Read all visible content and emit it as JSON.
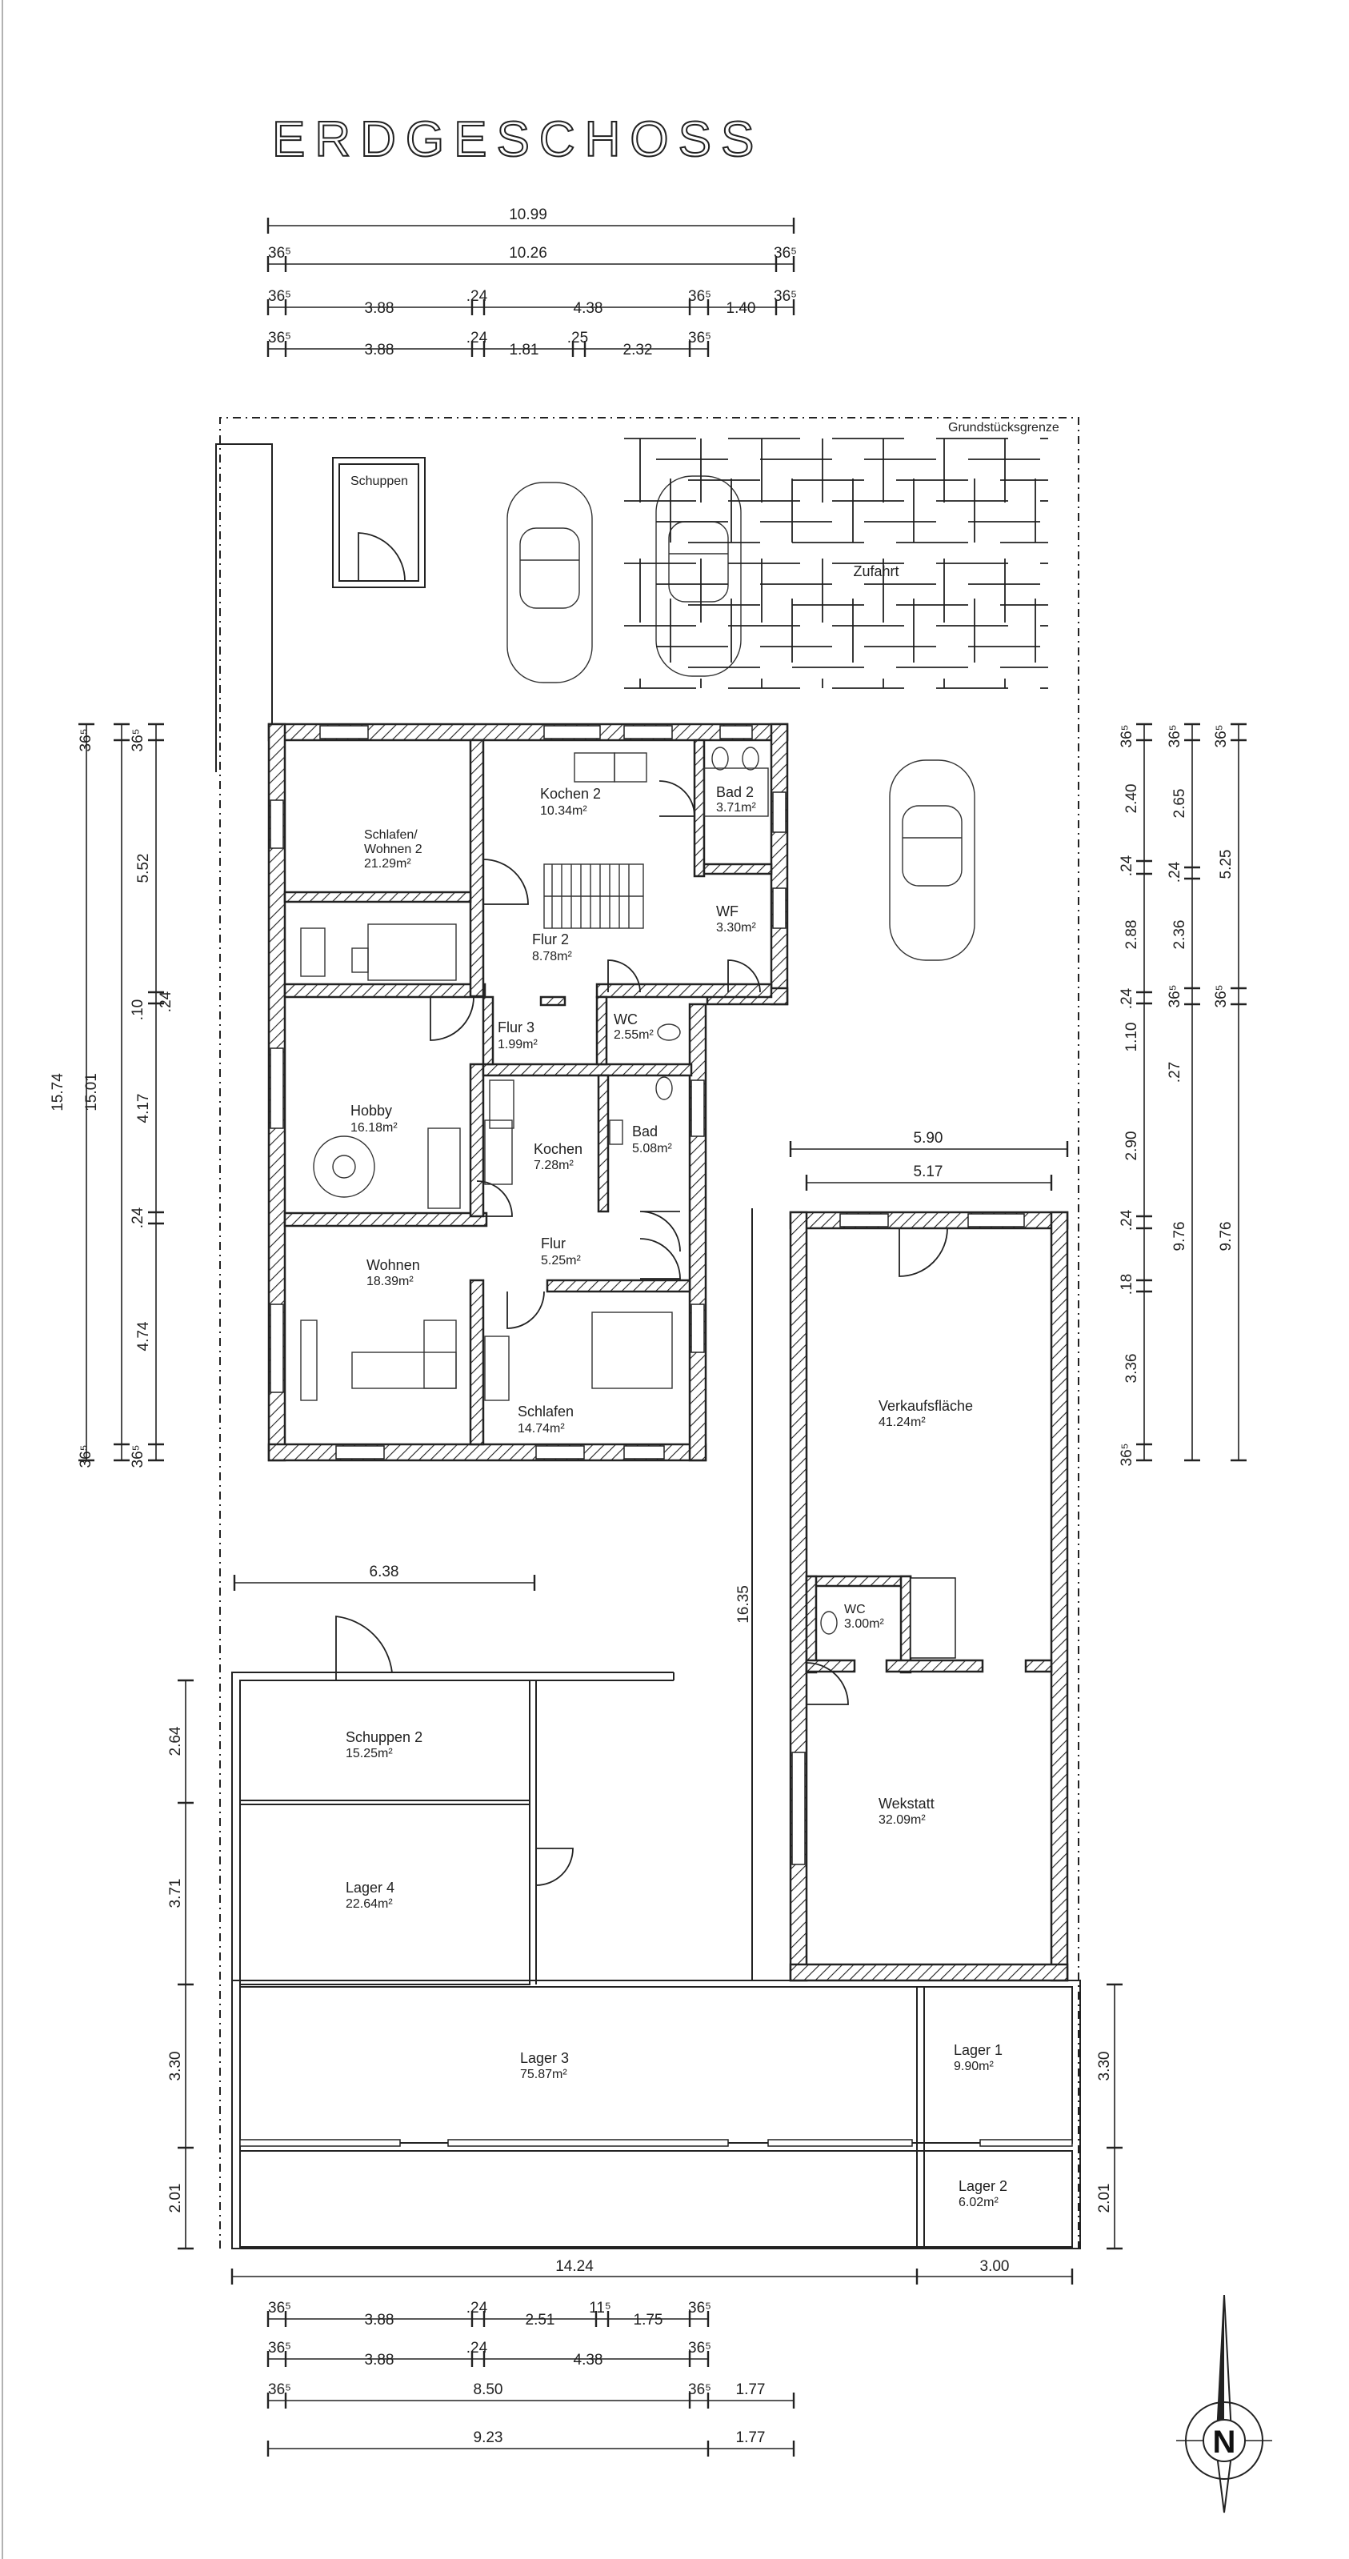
{
  "title": "ERDGESCHOSS",
  "boundary_label": "Grundstücksgrenze",
  "outdoor": {
    "shed": "Schuppen",
    "driveway": "Zufahrt"
  },
  "rooms": {
    "schlafen_wohnen2": {
      "name": "Schlafen/\nWohnen 2",
      "name_l1": "Schlafen/",
      "name_l2": "Wohnen 2",
      "area": "21.29m²"
    },
    "kochen2": {
      "name": "Kochen 2",
      "area": "10.34m²"
    },
    "bad2": {
      "name": "Bad 2",
      "area": "3.71m²"
    },
    "wf": {
      "name": "WF",
      "area": "3.30m²"
    },
    "flur2": {
      "name": "Flur 2",
      "area": "8.78m²"
    },
    "flur3": {
      "name": "Flur 3",
      "area": "1.99m²"
    },
    "wc_top": {
      "name": "WC",
      "area": "2.55m²"
    },
    "hobby": {
      "name": "Hobby",
      "area": "16.18m²"
    },
    "kochen": {
      "name": "Kochen",
      "area": "7.28m²"
    },
    "bad": {
      "name": "Bad",
      "area": "5.08m²"
    },
    "flur": {
      "name": "Flur",
      "area": "5.25m²"
    },
    "wohnen": {
      "name": "Wohnen",
      "area": "18.39m²"
    },
    "schlafen": {
      "name": "Schlafen",
      "area": "14.74m²"
    },
    "verkaufsflaeche": {
      "name": "Verkaufsfläche",
      "area": "41.24m²"
    },
    "wc_shop": {
      "name": "WC",
      "area": "3.00m²"
    },
    "wekstatt": {
      "name": "Wekstatt",
      "area": "32.09m²"
    },
    "schuppen2": {
      "name": "Schuppen 2",
      "area": "15.25m²"
    },
    "lager4": {
      "name": "Lager 4",
      "area": "22.64m²"
    },
    "lager3": {
      "name": "Lager 3",
      "area": "75.87m²"
    },
    "lager1": {
      "name": "Lager 1",
      "area": "9.90m²"
    },
    "lager2": {
      "name": "Lager 2",
      "area": "6.02m²"
    }
  },
  "dimensions": {
    "top_row1": [
      "10.99"
    ],
    "top_row2": [
      "36⁵",
      "10.26",
      "36⁵"
    ],
    "top_row3": [
      "36⁵",
      "3.88",
      ".24",
      "4.38",
      "36⁵",
      "1.40",
      "36⁵"
    ],
    "top_row4": [
      "36⁵",
      "3.88",
      ".24",
      "1.81",
      ".25",
      "2.32",
      "36⁵"
    ],
    "left_outer": [
      "15.74",
      "15.01"
    ],
    "left_inner": [
      "36⁵",
      "36⁵",
      "5.52",
      ".10",
      ".24",
      "4.17",
      ".24",
      "4.74",
      "36⁵",
      "36⁵"
    ],
    "left_lower": [
      "2.64",
      "3.71",
      "3.30",
      "2.01"
    ],
    "right_col1": [
      "36⁵",
      "2.40",
      ".24",
      "2.88",
      ".24",
      "1.10",
      "2.90",
      ".24",
      ".18",
      "3.36",
      "36⁵"
    ],
    "right_col2": [
      "36⁵",
      "2.65",
      ".24",
      "2.36",
      "36⁵",
      ".27",
      "9.76"
    ],
    "right_col3": [
      "36⁵",
      "5.25",
      "36⁵",
      "9.76"
    ],
    "shop_top": [
      "5.90",
      "5.17"
    ],
    "shed_width": [
      "6.38"
    ],
    "middle_vertical": [
      "16.35"
    ],
    "right_lower": [
      "3.30",
      "2.01"
    ],
    "bottom_row1": [
      "14.24",
      "3.00"
    ],
    "bottom_row2": [
      "36⁵",
      "3.88",
      ".24",
      "2.51",
      "11⁵",
      "1.75",
      "36⁵"
    ],
    "bottom_row3": [
      "36⁵",
      "3.88",
      ".24",
      "4.38",
      "36⁵"
    ],
    "bottom_row4": [
      "36⁵",
      "8.50",
      "36⁵",
      "1.77"
    ],
    "bottom_row5": [
      "9.23",
      "1.77"
    ]
  },
  "north_arrow": {
    "letter": "N",
    "icon": "north-arrow-icon"
  }
}
